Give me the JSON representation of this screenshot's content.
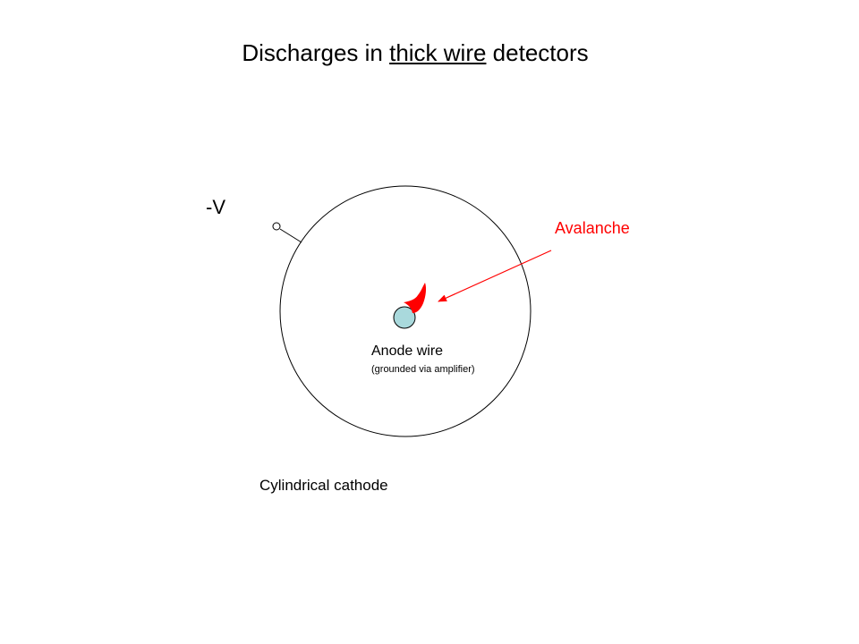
{
  "title": {
    "prefix": "Discharges in ",
    "emphasis": "thick wire",
    "suffix": " detectors"
  },
  "labels": {
    "voltage": "-V",
    "avalanche": "Avalanche",
    "anode": "Anode wire",
    "anode_note": "(grounded via amplifier)",
    "cathode": "Cylindrical cathode"
  },
  "colors": {
    "avalanche": "#ff0000",
    "anode_fill": "#a9d9dc",
    "outline": "#000000"
  }
}
